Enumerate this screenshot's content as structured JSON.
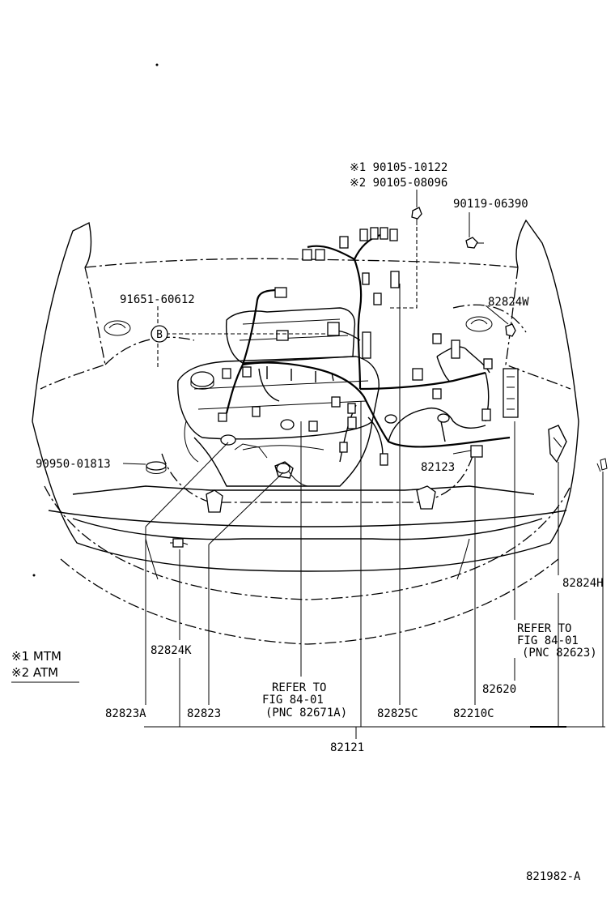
{
  "diagram_id": "821982-A",
  "callouts": {
    "bolt_mtm": "※1  90105-10122",
    "bolt_atm": "※2  90105-08096",
    "clip_90119": "90119-06390",
    "clamp_91651": "91651-60612",
    "wire_82824w": "82824W",
    "cap_90950": "90950-01813",
    "wire_82123": "82123",
    "wire_82824h": "82824H",
    "refer_right_1": "REFER TO",
    "refer_right_2": "FIG 84-01",
    "refer_right_3": "(PNC 82623)",
    "wire_82824k": "82824K",
    "wire_82620": "82620",
    "refer_mid_1": "REFER TO",
    "refer_mid_2": "FIG 84-01",
    "refer_mid_3": "(PNC 82671A)",
    "wire_82823a": "82823A",
    "wire_82823": "82823",
    "wire_82825c": "82825C",
    "wire_82210c": "82210C",
    "wire_82121": "82121",
    "circle_b": "B"
  },
  "legend": {
    "mtm": "※1 MTM",
    "atm": "※2 ATM"
  }
}
